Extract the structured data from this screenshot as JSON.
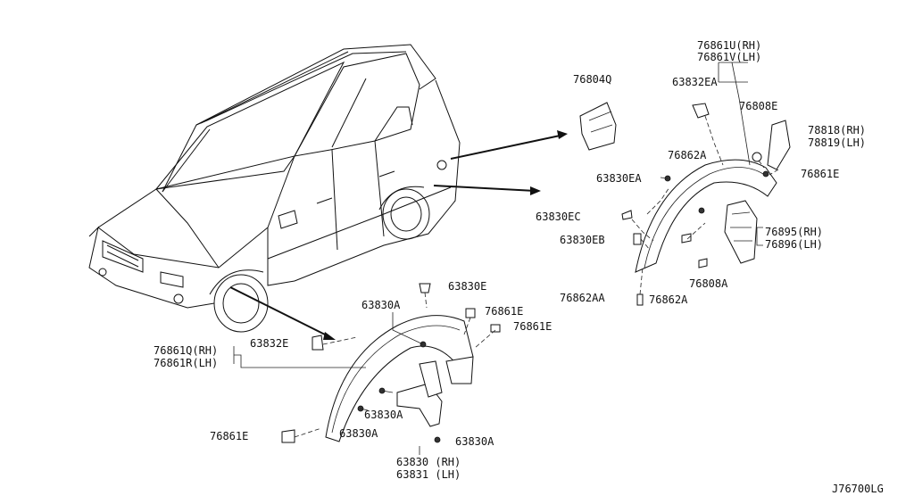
{
  "diagram_code": "J76700LG",
  "labels": {
    "p76804Q": "76804Q",
    "p76861U": "76861U(RH)",
    "p76861V": "76861V(LH)",
    "p63832EA": "63832EA",
    "p76808E": "76808E",
    "p78818": "78818(RH)",
    "p78819": "78819(LH)",
    "p76861E_r": "76861E",
    "p76862A_top": "76862A",
    "p63830EA": "63830EA",
    "p63830EC": "63830EC",
    "p63830EB": "63830EB",
    "p76895": "76895(RH)",
    "p76896": "76896(LH)",
    "p76808A": "76808A",
    "p76862AA": "76862AA",
    "p76862A_bot": "76862A",
    "p63830E": "63830E",
    "p63830A_top": "63830A",
    "p76861E_a": "76861E",
    "p76861E_b": "76861E",
    "p76861Q": "76861Q(RH)",
    "p76861R": "76861R(LH)",
    "p63832E": "63832E",
    "p63830A_mid": "63830A",
    "p76861E_l": "76861E",
    "p63830A_low": "63830A",
    "p63830A_bot": "63830A",
    "p63830": "63830 (RH)",
    "p63831": "63831 (LH)"
  }
}
